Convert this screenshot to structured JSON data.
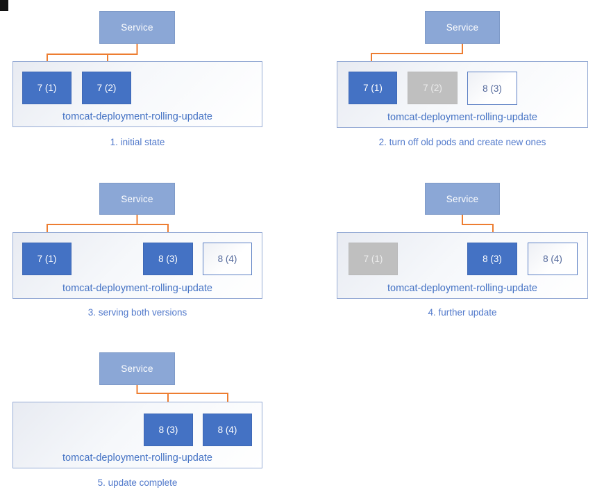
{
  "diagram_title": "tomcat deployment rolling update stages",
  "palette": {
    "pod_active_fill": "#4472C4",
    "pod_terminated_fill": "#BFBFBF",
    "pod_pending_border": "#5B7FC4",
    "service_fill": "#8BA7D6",
    "arrow_color": "#ED7D31",
    "deployment_label_color": "#4472C4",
    "caption_color": "#5179CB"
  },
  "panels": [
    {
      "caption": "1. initial state",
      "service": "Service",
      "deployment": "tomcat-deployment-rolling-update",
      "service_routes_to": [
        "7 (1)",
        "7 (2)"
      ],
      "pods": [
        {
          "label": "7 (1)",
          "state": "active"
        },
        {
          "label": "7 (2)",
          "state": "active"
        }
      ]
    },
    {
      "caption": "2. turn off old pods and create new ones",
      "service": "Service",
      "deployment": "tomcat-deployment-rolling-update",
      "service_routes_to": [
        "7 (1)"
      ],
      "pods": [
        {
          "label": "7 (1)",
          "state": "active"
        },
        {
          "label": "7 (2)",
          "state": "terminated"
        },
        {
          "label": "8 (3)",
          "state": "pending"
        }
      ]
    },
    {
      "caption": "3. serving both versions",
      "service": "Service",
      "deployment": "tomcat-deployment-rolling-update",
      "service_routes_to": [
        "7 (1)",
        "8 (3)"
      ],
      "pods": [
        {
          "label": "7 (1)",
          "state": "active"
        },
        {
          "label": "8 (3)",
          "state": "active"
        },
        {
          "label": "8 (4)",
          "state": "pending"
        }
      ]
    },
    {
      "caption": "4. further update",
      "service": "Service",
      "deployment": "tomcat-deployment-rolling-update",
      "service_routes_to": [
        "8 (3)"
      ],
      "pods": [
        {
          "label": "7 (1)",
          "state": "terminated"
        },
        {
          "label": "8 (3)",
          "state": "active"
        },
        {
          "label": "8 (4)",
          "state": "pending"
        }
      ]
    },
    {
      "caption": "5. update complete",
      "service": "Service",
      "deployment": "tomcat-deployment-rolling-update",
      "service_routes_to": [
        "8 (3)",
        "8 (4)"
      ],
      "pods": [
        {
          "label": "8 (3)",
          "state": "active"
        },
        {
          "label": "8 (4)",
          "state": "active"
        }
      ]
    }
  ]
}
